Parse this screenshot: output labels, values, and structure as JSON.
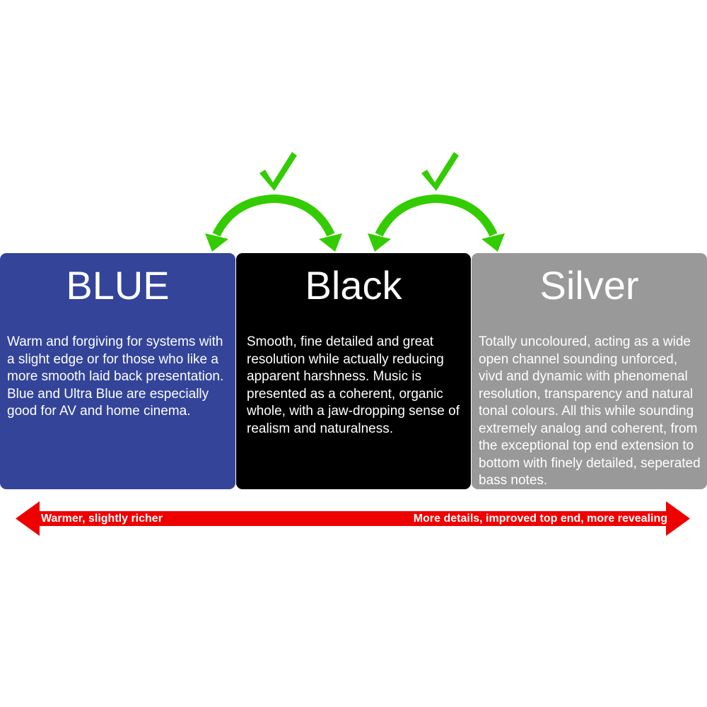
{
  "colors": {
    "blue": "#334499",
    "black": "#000000",
    "silver": "#999999",
    "accent_green": "#33cc00",
    "arrow_red": "#ee0000"
  },
  "cards": [
    {
      "title": "BLUE",
      "text": "Warm and forgiving for systems with a slight edge or for those who like a more smooth laid back presentation.\nBlue and Ultra Blue are especially good for AV and home cinema."
    },
    {
      "title": "Black",
      "text": "Smooth, fine detailed and great resolution while actually reducing apparent harshness. Music is presented as a coherent, organic whole, with a jaw-dropping sense of realism and naturalness."
    },
    {
      "title": "Silver",
      "text": "Totally uncoloured, acting as a wide open channel sounding unforced, vivd and dynamic with phenomenal resolution, transparency and natural tonal colours. All this while sounding extremely analog and coherent, from the exceptional top end extension to bottom with finely detailed, seperated bass notes."
    }
  ],
  "scale": {
    "left_label": "Warmer, slightly richer",
    "right_label": "More details, improved top end, more revealing"
  }
}
